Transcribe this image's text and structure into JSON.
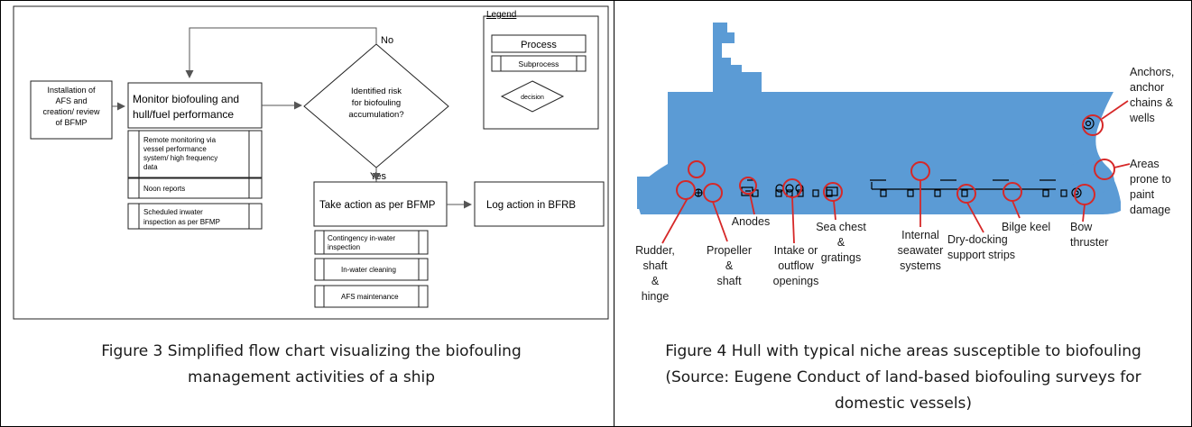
{
  "figure3": {
    "caption_line1": "Figure 3 Simplified flow chart visualizing the biofouling",
    "caption_line2": "management activities of a ship",
    "flow": {
      "start_box": [
        "Installation of",
        "AFS and",
        "creation/ review",
        "of BFMP"
      ],
      "monitor_box": [
        "Monitor biofouling and",
        "hull/fuel performance"
      ],
      "monitor_subs": [
        [
          "Remote monitoring via",
          "vessel performance",
          "system/ high frequency",
          "data"
        ],
        [
          "Noon reports"
        ],
        [
          "Scheduled inwater",
          "inspection as per BFMP"
        ]
      ],
      "decision": [
        "Identified risk",
        "for biofouling",
        "accumulation?"
      ],
      "no_label": "No",
      "yes_label": "Yes",
      "action_box": "Take action as per BFMP",
      "log_box": "Log action in BFRB",
      "action_subs": [
        [
          "Contingency in-water",
          "inspection"
        ],
        [
          "In-water cleaning"
        ],
        [
          "AFS maintenance"
        ]
      ]
    },
    "legend": {
      "title": "Legend",
      "process": "Process",
      "subprocess": "Subprocess",
      "decision": "decision"
    }
  },
  "figure4": {
    "caption_line1": "Figure 4 Hull with typical niche areas susceptible to biofouling",
    "caption_line2": "(Source: Eugene Conduct of land-based biofouling surveys for",
    "caption_line3": "domestic vessels)",
    "hull_color": "#5b9bd5",
    "marker_color": "#d62828",
    "labels": {
      "anchors": [
        "Anchors,",
        "anchor",
        "chains &",
        "wells"
      ],
      "areas": [
        "Areas",
        "prone to",
        "paint",
        "damage"
      ],
      "bow_thruster": [
        "Bow",
        "thruster"
      ],
      "bilge_keel": [
        "Bilge keel"
      ],
      "dry_docking": [
        "Dry-docking",
        "support strips"
      ],
      "internal": [
        "Internal",
        "seawater",
        "systems"
      ],
      "sea_chest": [
        "Sea chest",
        "&",
        "gratings"
      ],
      "intake": [
        "Intake or",
        "outflow",
        "openings"
      ],
      "anodes": [
        "Anodes"
      ],
      "propeller": [
        "Propeller",
        "&",
        "shaft"
      ],
      "rudder": [
        "Rudder,",
        "shaft",
        "&",
        "hinge"
      ]
    }
  }
}
